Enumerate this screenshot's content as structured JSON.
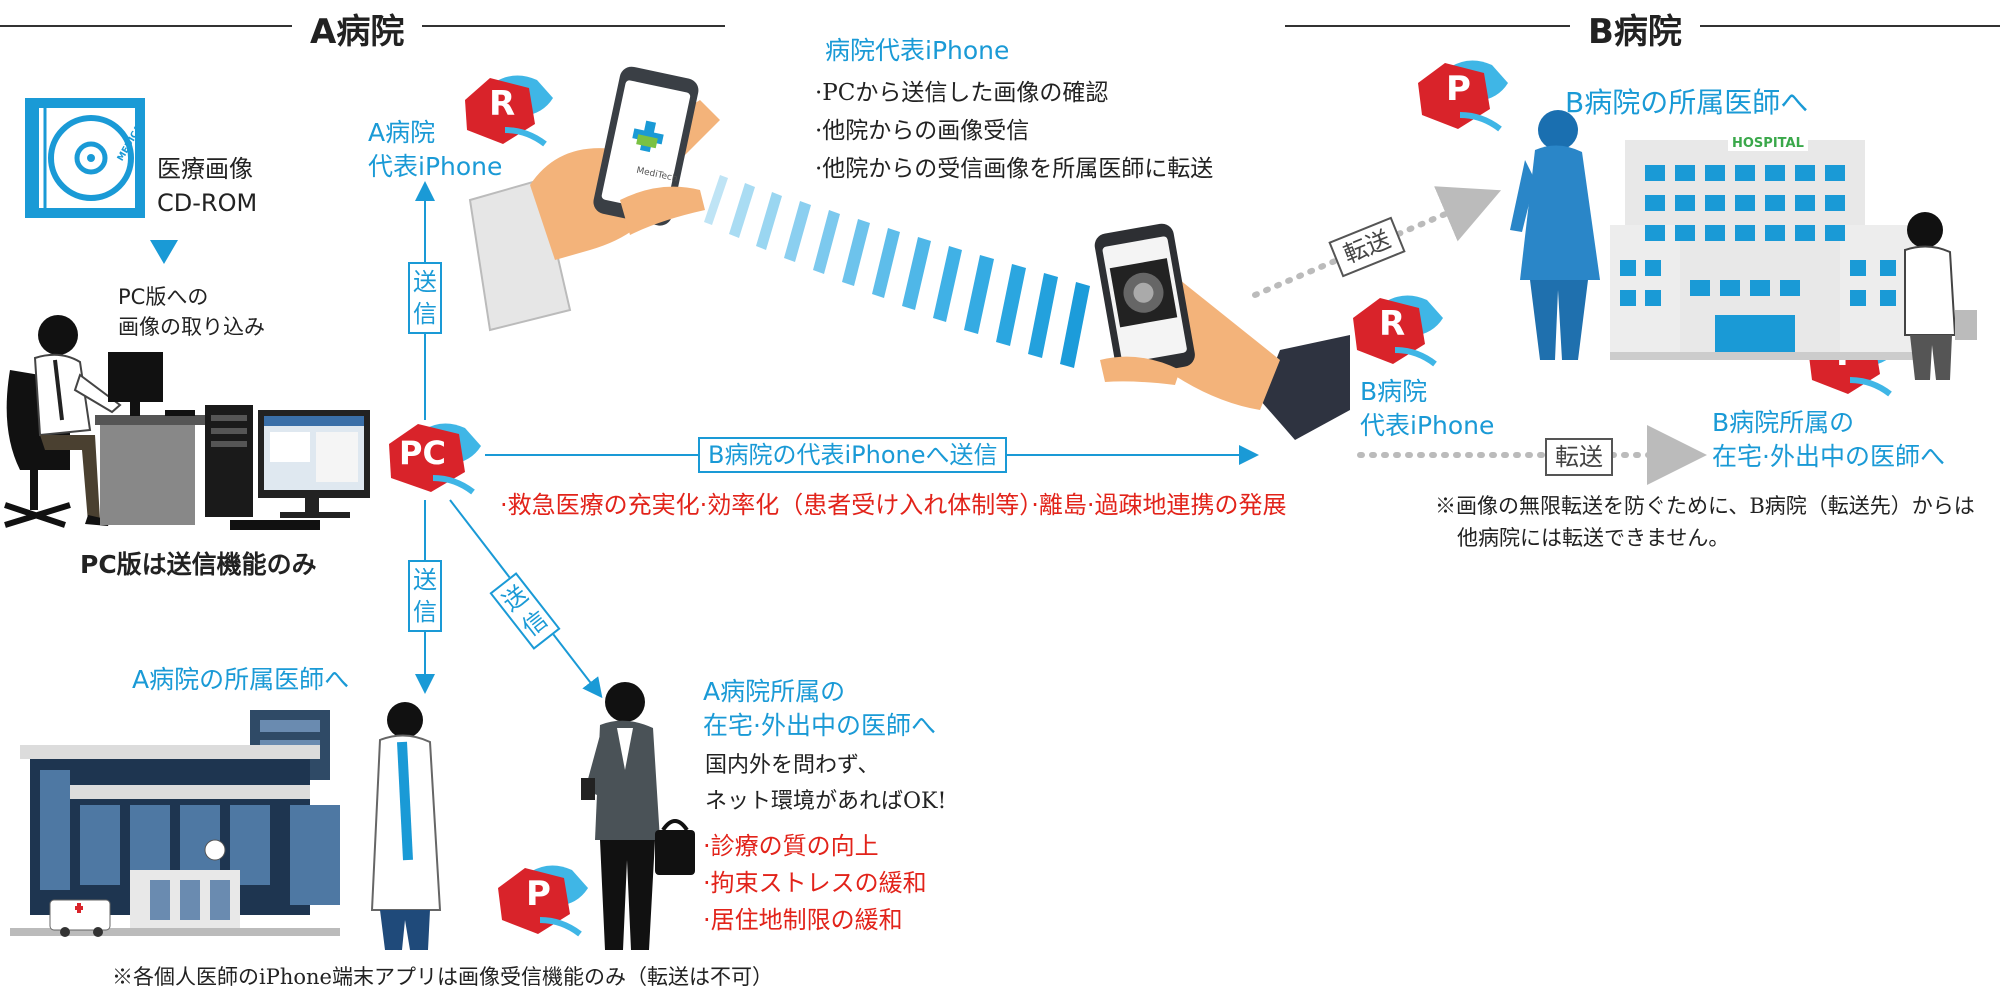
{
  "headers": {
    "a_hospital": "A病院",
    "b_hospital": "B病院"
  },
  "cdrom": {
    "label_line1": "医療画像",
    "label_line2": "CD-ROM",
    "disc_text": "MEDICAL"
  },
  "pc_import": {
    "line1": "PC版への",
    "line2": "画像の取り込み"
  },
  "pc_only_note": "PC版は送信機能のみ",
  "a_rep_iphone": {
    "line1": "A病院",
    "line2": "代表iPhone"
  },
  "rep_iphone_panel": {
    "title": "病院代表iPhone",
    "items": [
      "·PCから送信した画像の確認",
      "·他院からの画像受信",
      "·他院からの受信画像を所属医師に転送"
    ]
  },
  "phone_app_label": "MediTech",
  "b_rep_iphone": {
    "line1": "B病院",
    "line2": "代表iPhone"
  },
  "b_doctor_title": "B病院の所属医師へ",
  "hospital_sign": "HOSPITAL",
  "b_home_doctor": {
    "line1": "B病院所属の",
    "line2": "在宅·外出中の医師へ"
  },
  "transfer_label": "転送",
  "send_label": "送信",
  "send_to_b": "B病院の代表iPhoneへ送信",
  "benefits_line": "·救急医療の充実化·効率化（患者受け入れ体制等）·離島·過疎地連携の発展",
  "b_note": {
    "line1": "※画像の無限転送を防ぐために、B病院（転送先）からは",
    "line2": "他病院には転送できません。"
  },
  "a_doctor_title": "A病院の所属医師へ",
  "a_home_doctor": {
    "line1": "A病院所属の",
    "line2": "在宅·外出中の医師へ"
  },
  "anywhere": {
    "line1": "国内外を問わず、",
    "line2": "ネット環境があればOK!"
  },
  "a_benefits": [
    "·診療の質の向上",
    "·拘束ストレスの緩和",
    "·居住地制限の緩和"
  ],
  "bottom_note": "※各個人医師のiPhone端末アプリは画像受信機能のみ（転送は不可）",
  "badge_letters": {
    "receive": "R",
    "pc": "PC",
    "personal": "P"
  },
  "colors": {
    "accent_blue": "#1a9ad6",
    "alert_red": "#e2231a",
    "badge_red": "#d9232a",
    "badge_blue": "#3fb6e6"
  }
}
